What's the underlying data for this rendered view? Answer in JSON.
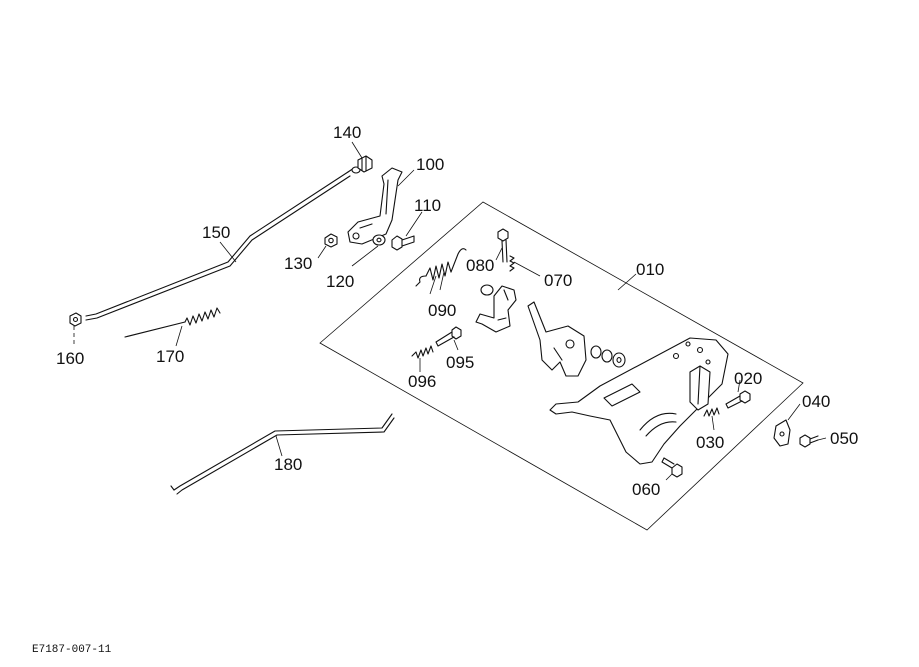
{
  "drawing_id": "E7187-007-11",
  "parts": [
    {
      "id": "p010",
      "label": "010"
    },
    {
      "id": "p020",
      "label": "020"
    },
    {
      "id": "p030",
      "label": "030"
    },
    {
      "id": "p040",
      "label": "040"
    },
    {
      "id": "p050",
      "label": "050"
    },
    {
      "id": "p060",
      "label": "060"
    },
    {
      "id": "p070",
      "label": "070"
    },
    {
      "id": "p080",
      "label": "080"
    },
    {
      "id": "p090",
      "label": "090"
    },
    {
      "id": "p095",
      "label": "095"
    },
    {
      "id": "p096",
      "label": "096"
    },
    {
      "id": "p100",
      "label": "100"
    },
    {
      "id": "p110",
      "label": "110"
    },
    {
      "id": "p120",
      "label": "120"
    },
    {
      "id": "p130",
      "label": "130"
    },
    {
      "id": "p140",
      "label": "140"
    },
    {
      "id": "p150",
      "label": "150"
    },
    {
      "id": "p160",
      "label": "160"
    },
    {
      "id": "p170",
      "label": "170"
    },
    {
      "id": "p180",
      "label": "180"
    }
  ],
  "colors": {
    "ink": "#111111",
    "background": "#ffffff"
  }
}
